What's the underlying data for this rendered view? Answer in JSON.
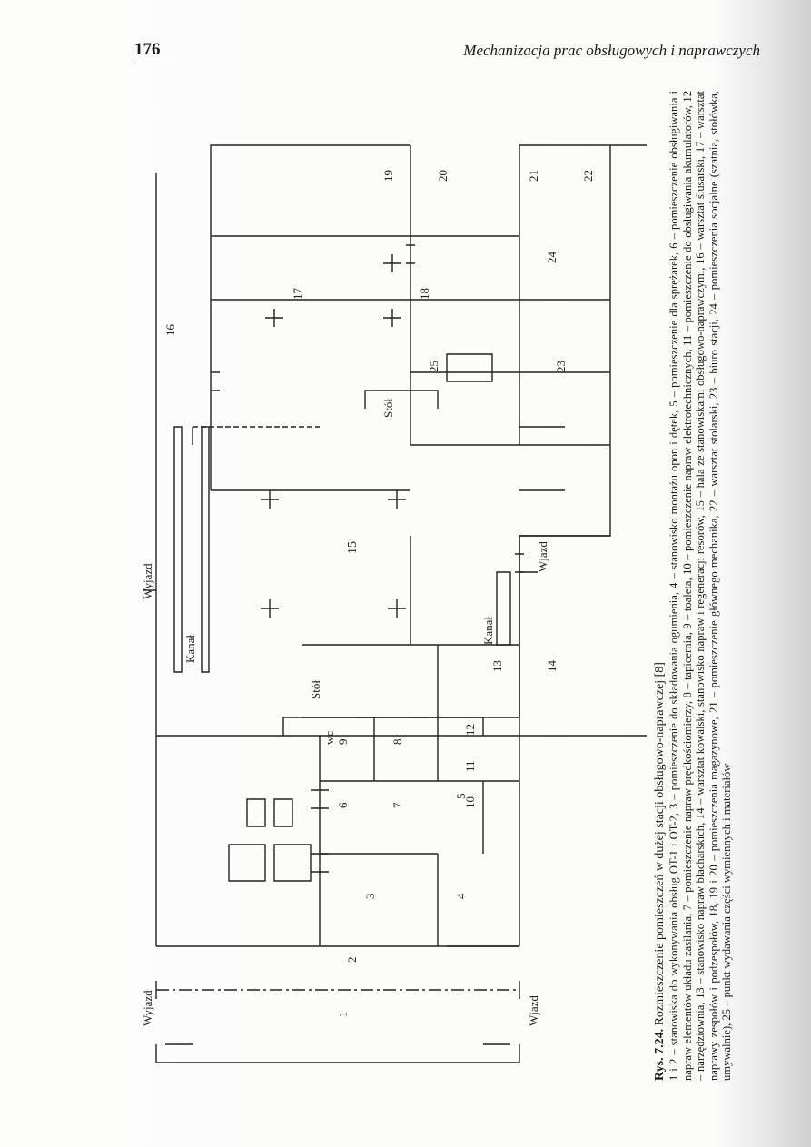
{
  "header": {
    "page_number": "176",
    "running_title": "Mechanizacja prac obsługowych i naprawczych"
  },
  "figure": {
    "room_labels": [
      "1",
      "2",
      "3",
      "4",
      "5",
      "6",
      "7",
      "8",
      "9",
      "wc",
      "10",
      "11",
      "12",
      "13",
      "14",
      "15",
      "16",
      "17",
      "18",
      "19",
      "20",
      "21",
      "22",
      "23",
      "24",
      "25"
    ],
    "text_labels": {
      "exit_left": "Wyjazd",
      "exit_top": "Wyjazd",
      "entry_left": "Wjazd",
      "entry_bottom": "Wjazd",
      "channel_1": "Kanał",
      "channel_2": "Kanał",
      "table_1": "Stół",
      "table_2": "Stół"
    }
  },
  "caption": {
    "figure_id": "Rys. 7.24.",
    "figure_title": "Rozmieszczenie pomieszczeń w dużej stacji obsługowo-naprawczej [8]",
    "body": "1 i 2 – stanowiska do wykonywania obsług OT-1 i OT-2, 3 – pomieszczenie do składowania ogumienia, 4 – stanowisko montażu opon i dętek, 5 – pomieszczenie dla sprężarek, 6 – pomieszczenie obsługiwania i napraw elementów układu zasilania, 7 – pomieszczenie napraw prędkościomierzy, 8 – tapicernia, 9 – toaleta, 10 – pomieszczenie napraw elektrotechnicznych, 11 – pomieszczenie do obsługiwania akumulatorów, 12 – narzędziownia, 13 – stanowisko napraw blacharskich, 14 – warsztat kowalski, stanowisko napraw i regeneracji resorów, 15 – hala ze stanowiskami obsługowo-naprawczymi, 16 – warsztat ślusarski, 17 – warsztat naprawy zespołów i podzespołów, 18, 19 i 20 – pomieszczenia magazynowe, 21 – pomieszczenie głównego mechanika, 22 – warsztat stolarski, 23 – biuro stacji, 24 – pomieszczenia socjalne (szatnia, stołówka, umywalnie), 25 – punkt wydawania części wymiennych i materiałów"
  }
}
